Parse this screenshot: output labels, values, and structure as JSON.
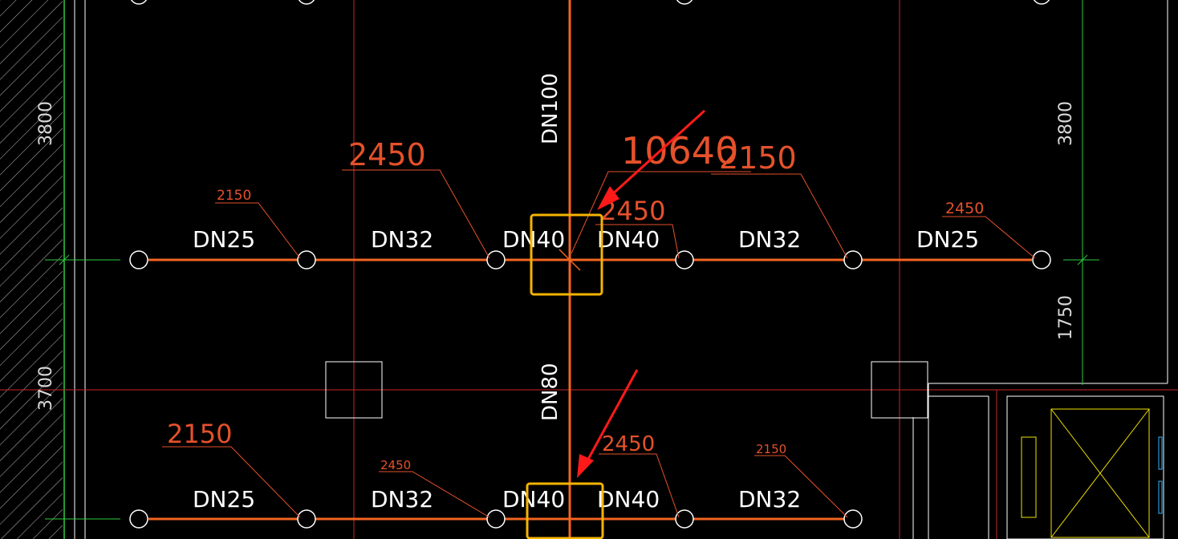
{
  "drawing": {
    "colors": {
      "background": "#000000",
      "pipe": "#f26522",
      "grid_red": "#c62828",
      "green": "#2ecc40",
      "white": "#ffffff",
      "yellow_box": "#f5b400",
      "arrow": "#ff1a1a",
      "length_text": "#e5512b"
    },
    "vertical_dims": {
      "left_upper": "3800",
      "left_lower": "3700",
      "right_upper": "3800",
      "right_lower": "1750"
    },
    "riser_labels": {
      "upper": "DN100",
      "lower": "DN80"
    },
    "total_length": "10640",
    "top_row": {
      "pipe_sizes": [
        "DN25",
        "DN32",
        "DN40",
        "DN40",
        "DN32",
        "DN25"
      ],
      "lengths": [
        "2150",
        "2450",
        "2450",
        "2150",
        "2450"
      ]
    },
    "bottom_row": {
      "pipe_sizes": [
        "DN25",
        "DN32",
        "DN40",
        "DN40",
        "DN32"
      ],
      "lengths": [
        "2150",
        "2450",
        "2450",
        "2150"
      ]
    }
  }
}
